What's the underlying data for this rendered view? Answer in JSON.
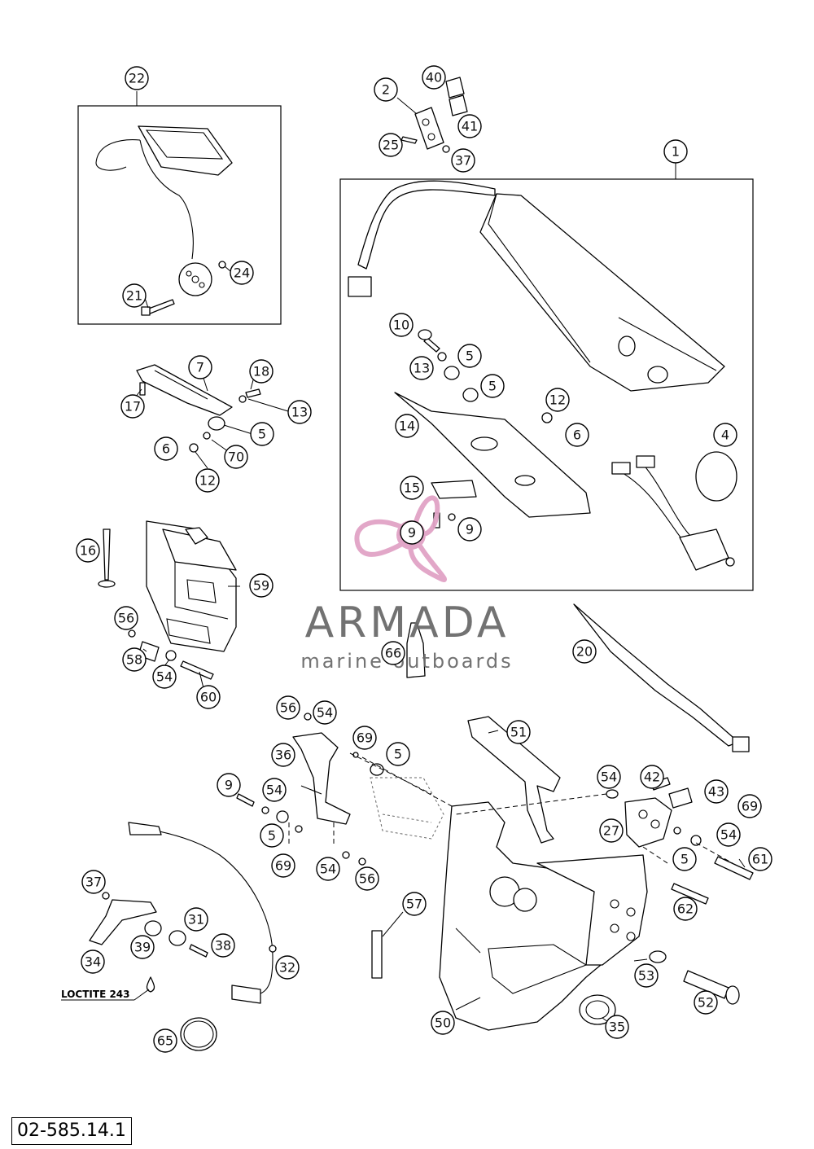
{
  "diagram": {
    "document_number": "02-585.14.1",
    "loctite_note": "LOCTITE 243",
    "watermark": {
      "name": "ARMADA",
      "tagline": "marine outboards",
      "accent_color": "#e1a3c6",
      "text_color": "#6b6b6b"
    },
    "callouts": {
      "c1": "1",
      "c2": "2",
      "c4": "4",
      "c5a": "5",
      "c5b": "5",
      "c5c": "5",
      "c5d": "5",
      "c5e": "5",
      "c5f": "5",
      "c6a": "6",
      "c6b": "6",
      "c7": "7",
      "c9a": "9",
      "c9b": "9",
      "c9c": "9",
      "c10": "10",
      "c12a": "12",
      "c12b": "12",
      "c13a": "13",
      "c13b": "13",
      "c14": "14",
      "c15": "15",
      "c16": "16",
      "c17": "17",
      "c18": "18",
      "c20": "20",
      "c21": "21",
      "c22": "22",
      "c24": "24",
      "c25": "25",
      "c27": "27",
      "c31": "31",
      "c32": "32",
      "c34": "34",
      "c35": "35",
      "c36": "36",
      "c37a": "37",
      "c37b": "37",
      "c38": "38",
      "c39": "39",
      "c40": "40",
      "c41": "41",
      "c42": "42",
      "c43": "43",
      "c50": "50",
      "c51": "51",
      "c52": "52",
      "c53": "53",
      "c54a": "54",
      "c54b": "54",
      "c54c": "54",
      "c54d": "54",
      "c54e": "54",
      "c54f": "54",
      "c56a": "56",
      "c56b": "56",
      "c56c": "56",
      "c57": "57",
      "c58": "58",
      "c59": "59",
      "c60": "60",
      "c61": "61",
      "c62": "62",
      "c65": "65",
      "c66": "66",
      "c69a": "69",
      "c69b": "69",
      "c69c": "69",
      "c70": "70"
    }
  }
}
